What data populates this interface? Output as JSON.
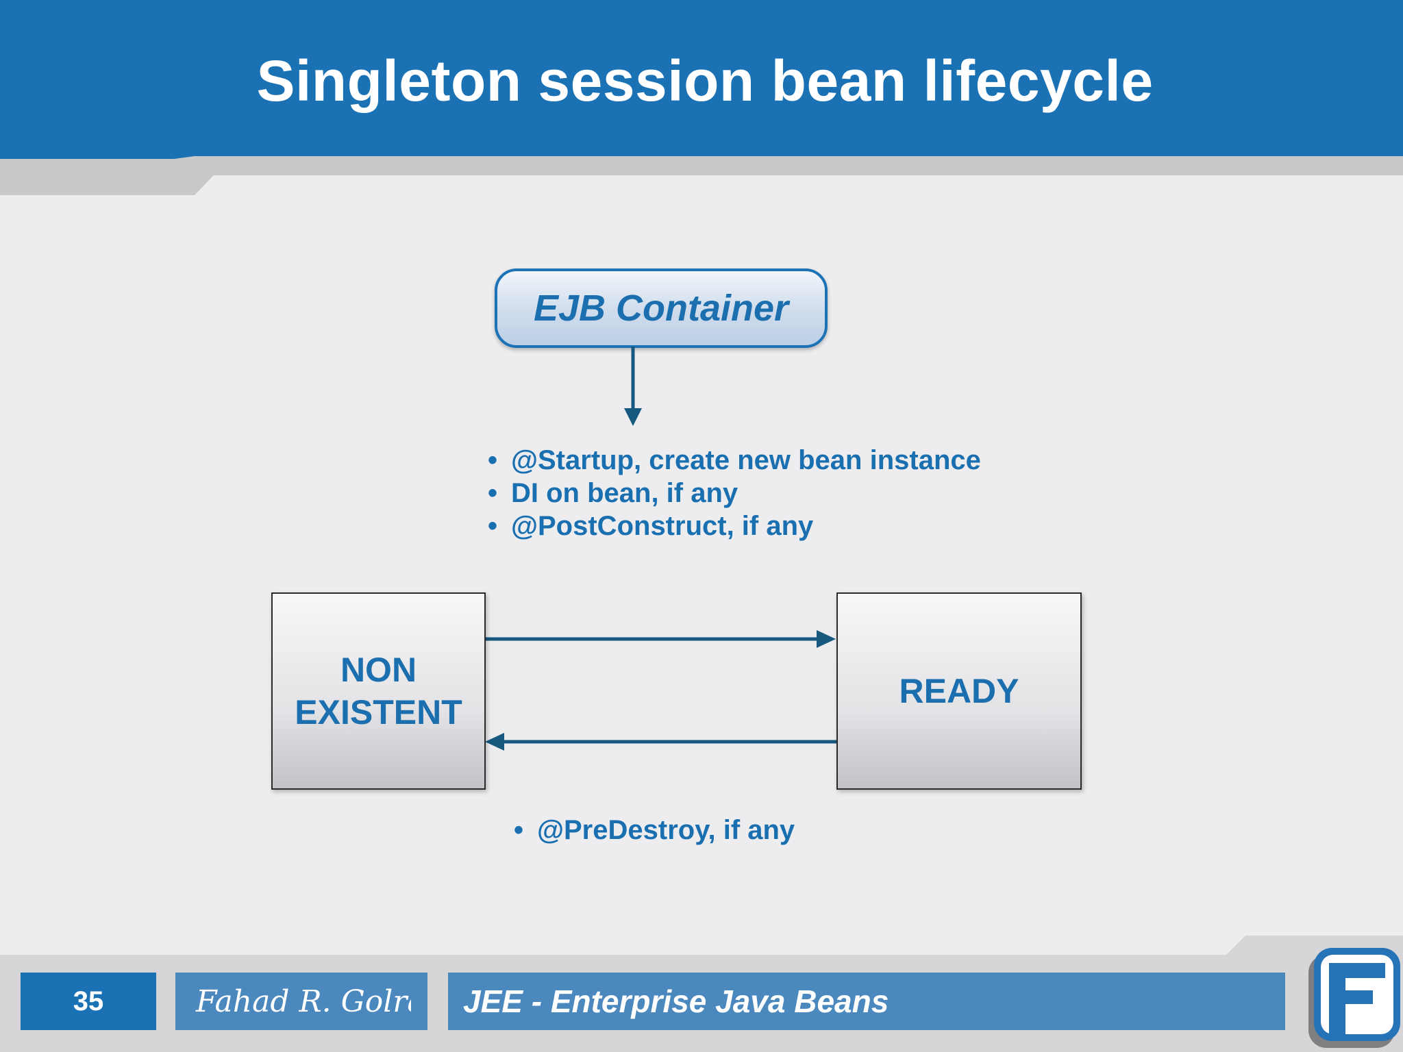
{
  "slide": {
    "title": "Singleton session bean lifecycle"
  },
  "diagram": {
    "container_label": "EJB Container",
    "startup_steps": [
      "@Startup, create new bean instance",
      "DI on bean, if any",
      "@PostConstruct, if any"
    ],
    "states": {
      "non_existent": [
        "NON",
        "EXISTENT"
      ],
      "ready": "READY"
    },
    "destroy_steps": [
      "@PreDestroy, if any"
    ],
    "line_color": "#17587f",
    "text_color": "#1a6fb0"
  },
  "footer": {
    "page_number": "35",
    "author_signature": "Fahad R. Golra",
    "course_title": "JEE - Enterprise Java Beans"
  },
  "colors": {
    "header": "#1a71b3",
    "footer_box": "#4a88bd",
    "background": "#ededef"
  }
}
